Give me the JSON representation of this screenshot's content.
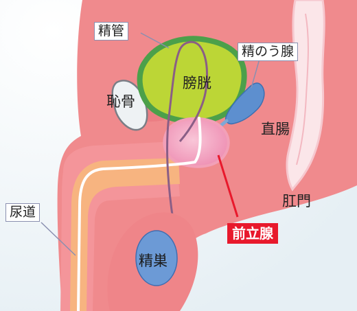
{
  "labels": {
    "seminal_duct": "精管",
    "seminal_vesicle": "精のう腺",
    "bladder": "膀胱",
    "pubic_bone": "恥骨",
    "rectum": "直腸",
    "urethra": "尿道",
    "anus": "肛門",
    "prostate": "前立腺",
    "testis": "精巣"
  },
  "colors": {
    "background": "#eef4f7",
    "body": "#f08a8d",
    "body_dark": "#de6f74",
    "urethra_tube": "#f7b480",
    "bladder": "#bcd636",
    "bladder_rim": "#4ca04a",
    "seminal_vesicle": "#5d8fcf",
    "prostate": "#f4a7c3",
    "testis": "#6c9ad6",
    "highlight": "#e8192c"
  }
}
